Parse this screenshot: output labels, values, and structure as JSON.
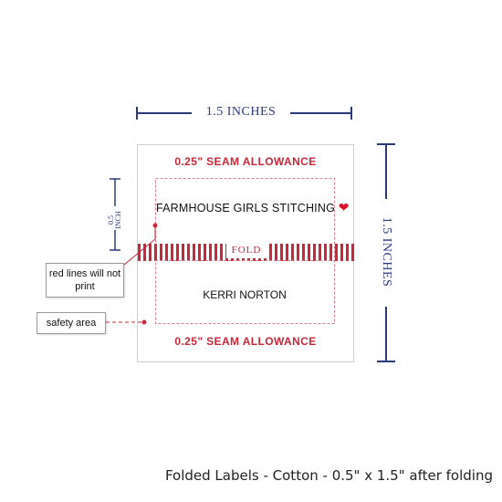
{
  "dimensions": {
    "width_label": "1.5 INCHES",
    "height_label": "1.5 INCHES",
    "half_label_top": "0.5",
    "half_label_bottom": "INCH"
  },
  "label": {
    "seam_top": "0.25\" SEAM ALLOWANCE",
    "seam_bottom": "0.25\" SEAM ALLOWANCE",
    "top_text": "FARMHOUSE GIRLS STITCHING",
    "fold_text": "FOLD",
    "bottom_text": "KERRI NORTON",
    "heart_icon": "heart-icon"
  },
  "callouts": {
    "red_lines": "red lines will not print",
    "safety_area": "safety area"
  },
  "caption": "Folded Labels - Cotton - 0.5\" x 1.5\" after folding",
  "colors": {
    "navy": "#2b3a7a",
    "red": "#c8283a",
    "dashed": "#e07b8a",
    "border": "#cfcfcf"
  }
}
